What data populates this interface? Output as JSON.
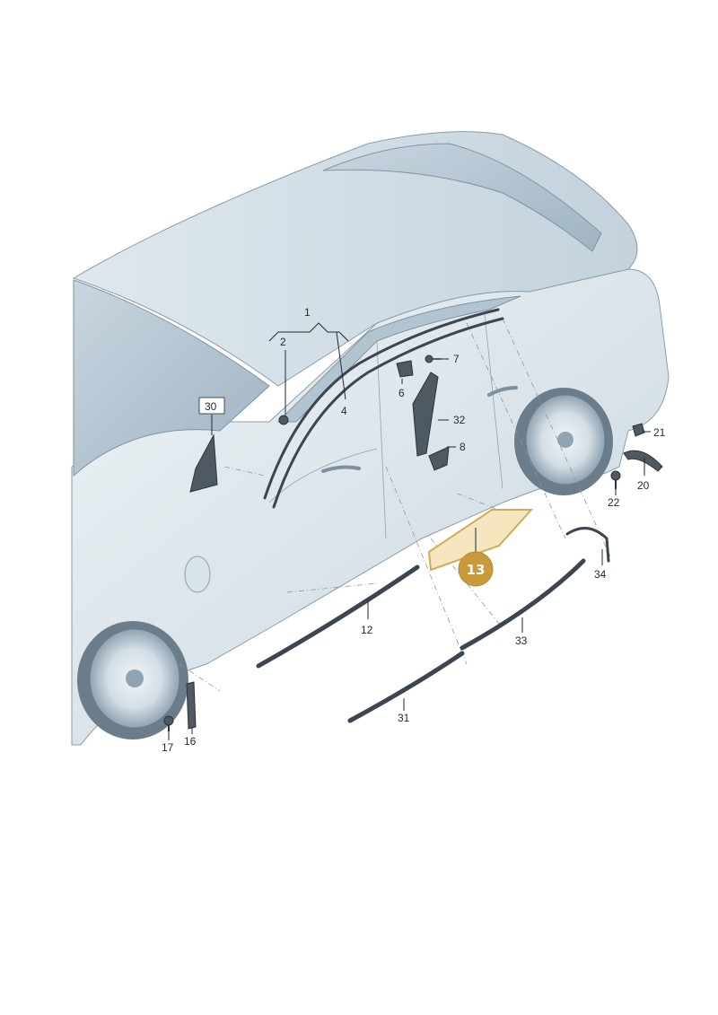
{
  "diagram": {
    "callouts": [
      "1",
      "2",
      "4",
      "6",
      "7",
      "32",
      "8",
      "30",
      "21",
      "20",
      "22",
      "34",
      "13",
      "12",
      "33",
      "31",
      "17",
      "16"
    ],
    "highlight_part": "13",
    "colors": {
      "body_light": "#e6edf2",
      "body_mid": "#cdd9e2",
      "body_shade": "#a9bbc8",
      "glass": "#b7c8d5",
      "line": "#7f93a3",
      "part": "#4f5962",
      "highlight_fill": "#f5e6bf",
      "highlight_stroke": "#d3ab58",
      "highlight_badge": "#c99a3c"
    }
  }
}
